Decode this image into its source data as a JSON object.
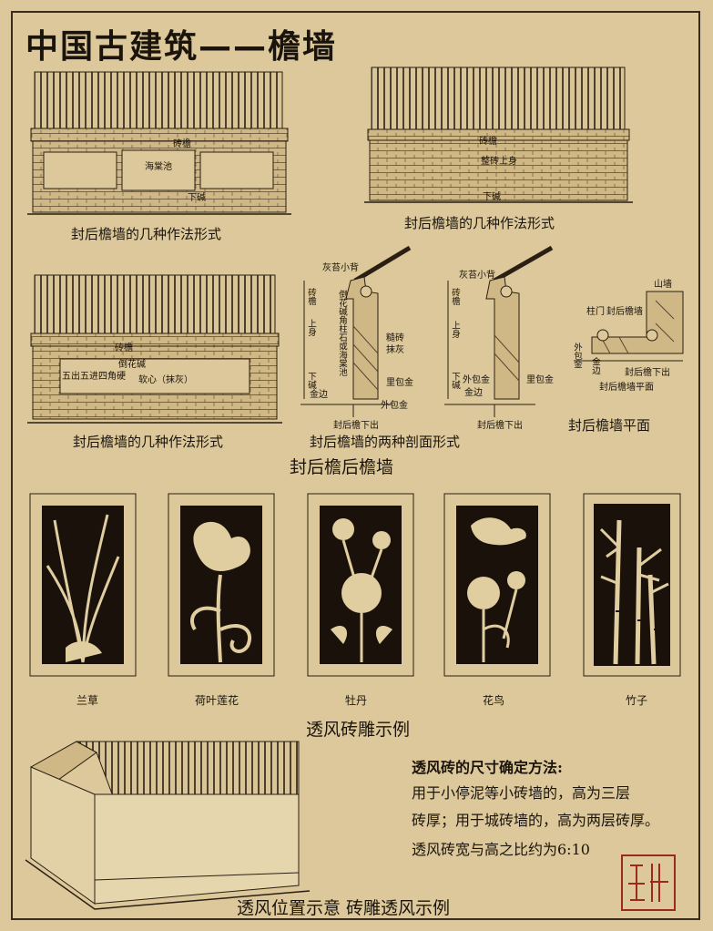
{
  "title": "中国古建筑——檐墙",
  "captions": {
    "wall1": "封后檐墙的几种作法形式",
    "wall2": "封后檐墙的几种作法形式",
    "wall3": "封后檐墙的几种作法形式",
    "sections": "封后檐墙的两种剖面形式",
    "plan": "封后檐墙平面",
    "group": "封后檐后檐墙",
    "brick_carving": "透风砖雕示例",
    "bottom": "透风位置示意 砖雕透风示例"
  },
  "wall1_labels": {
    "top": "砖檐",
    "center": "海棠池",
    "bottom": "下碱"
  },
  "wall2_labels": {
    "top": "砖檐",
    "center": "整砖上身",
    "bottom": "下碱"
  },
  "wall3_labels": {
    "top": "砖檐",
    "band": "倒花碱",
    "left": "五出五进四角硬",
    "center": "软心（抹灰）"
  },
  "section_a": {
    "roof": "灰苔小背",
    "left_top": "砖檐",
    "left_mid": "上身",
    "left_bottom": "下碱",
    "inner": "倒花碱角柱石或海棠池",
    "r1": "糙砖",
    "r2": "抹灰",
    "r3": "里包金",
    "r4": "外包金",
    "base": "金边",
    "bottom": "封后檐下出"
  },
  "section_b": {
    "roof": "灰苔小背",
    "left_top": "砖檐",
    "left_mid": "上身",
    "left_bottom": "下碱",
    "r1": "外包金",
    "r2": "里包金",
    "base": "金边",
    "bottom": "封后檐下出"
  },
  "plan_labels": {
    "wall": "山墙",
    "col": "柱门",
    "back": "封后檐墙",
    "out": "外包金",
    "edge": "金边",
    "under": "封后檐下出",
    "plan": "封后檐墙平面"
  },
  "panels": [
    {
      "name": "兰草"
    },
    {
      "name": "荷叶莲花"
    },
    {
      "name": "牡丹"
    },
    {
      "name": "花鸟"
    },
    {
      "name": "竹子"
    }
  ],
  "notes": {
    "heading": "透风砖的尺寸确定方法:",
    "line1": "用于小停泥等小砖墙的，高为三层",
    "line2": "砖厚；用于城砖墙的，高为两层砖厚。",
    "line3": "透风砖宽与高之比约为6:10"
  },
  "colors": {
    "paper": "#dcc89a",
    "ink": "#1b140c",
    "seal": "#9b2a1c"
  }
}
